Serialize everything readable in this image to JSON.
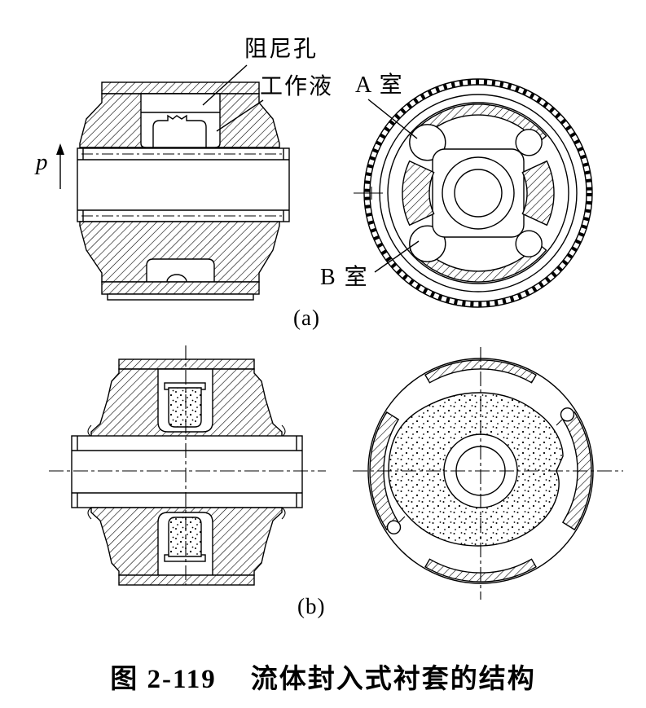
{
  "figure": {
    "caption": {
      "number": "图 2-119",
      "title": "流体封入式衬套的结构"
    },
    "labels": {
      "damping_hole": "阻尼孔",
      "working_fluid": "工作液",
      "chamber_a": "A 室",
      "chamber_b": "B 室",
      "pressure": "p",
      "panel_a_tag": "(a)",
      "panel_b_tag": "(b)"
    },
    "colors": {
      "ink": "#000000",
      "paper": "#ffffff"
    }
  }
}
